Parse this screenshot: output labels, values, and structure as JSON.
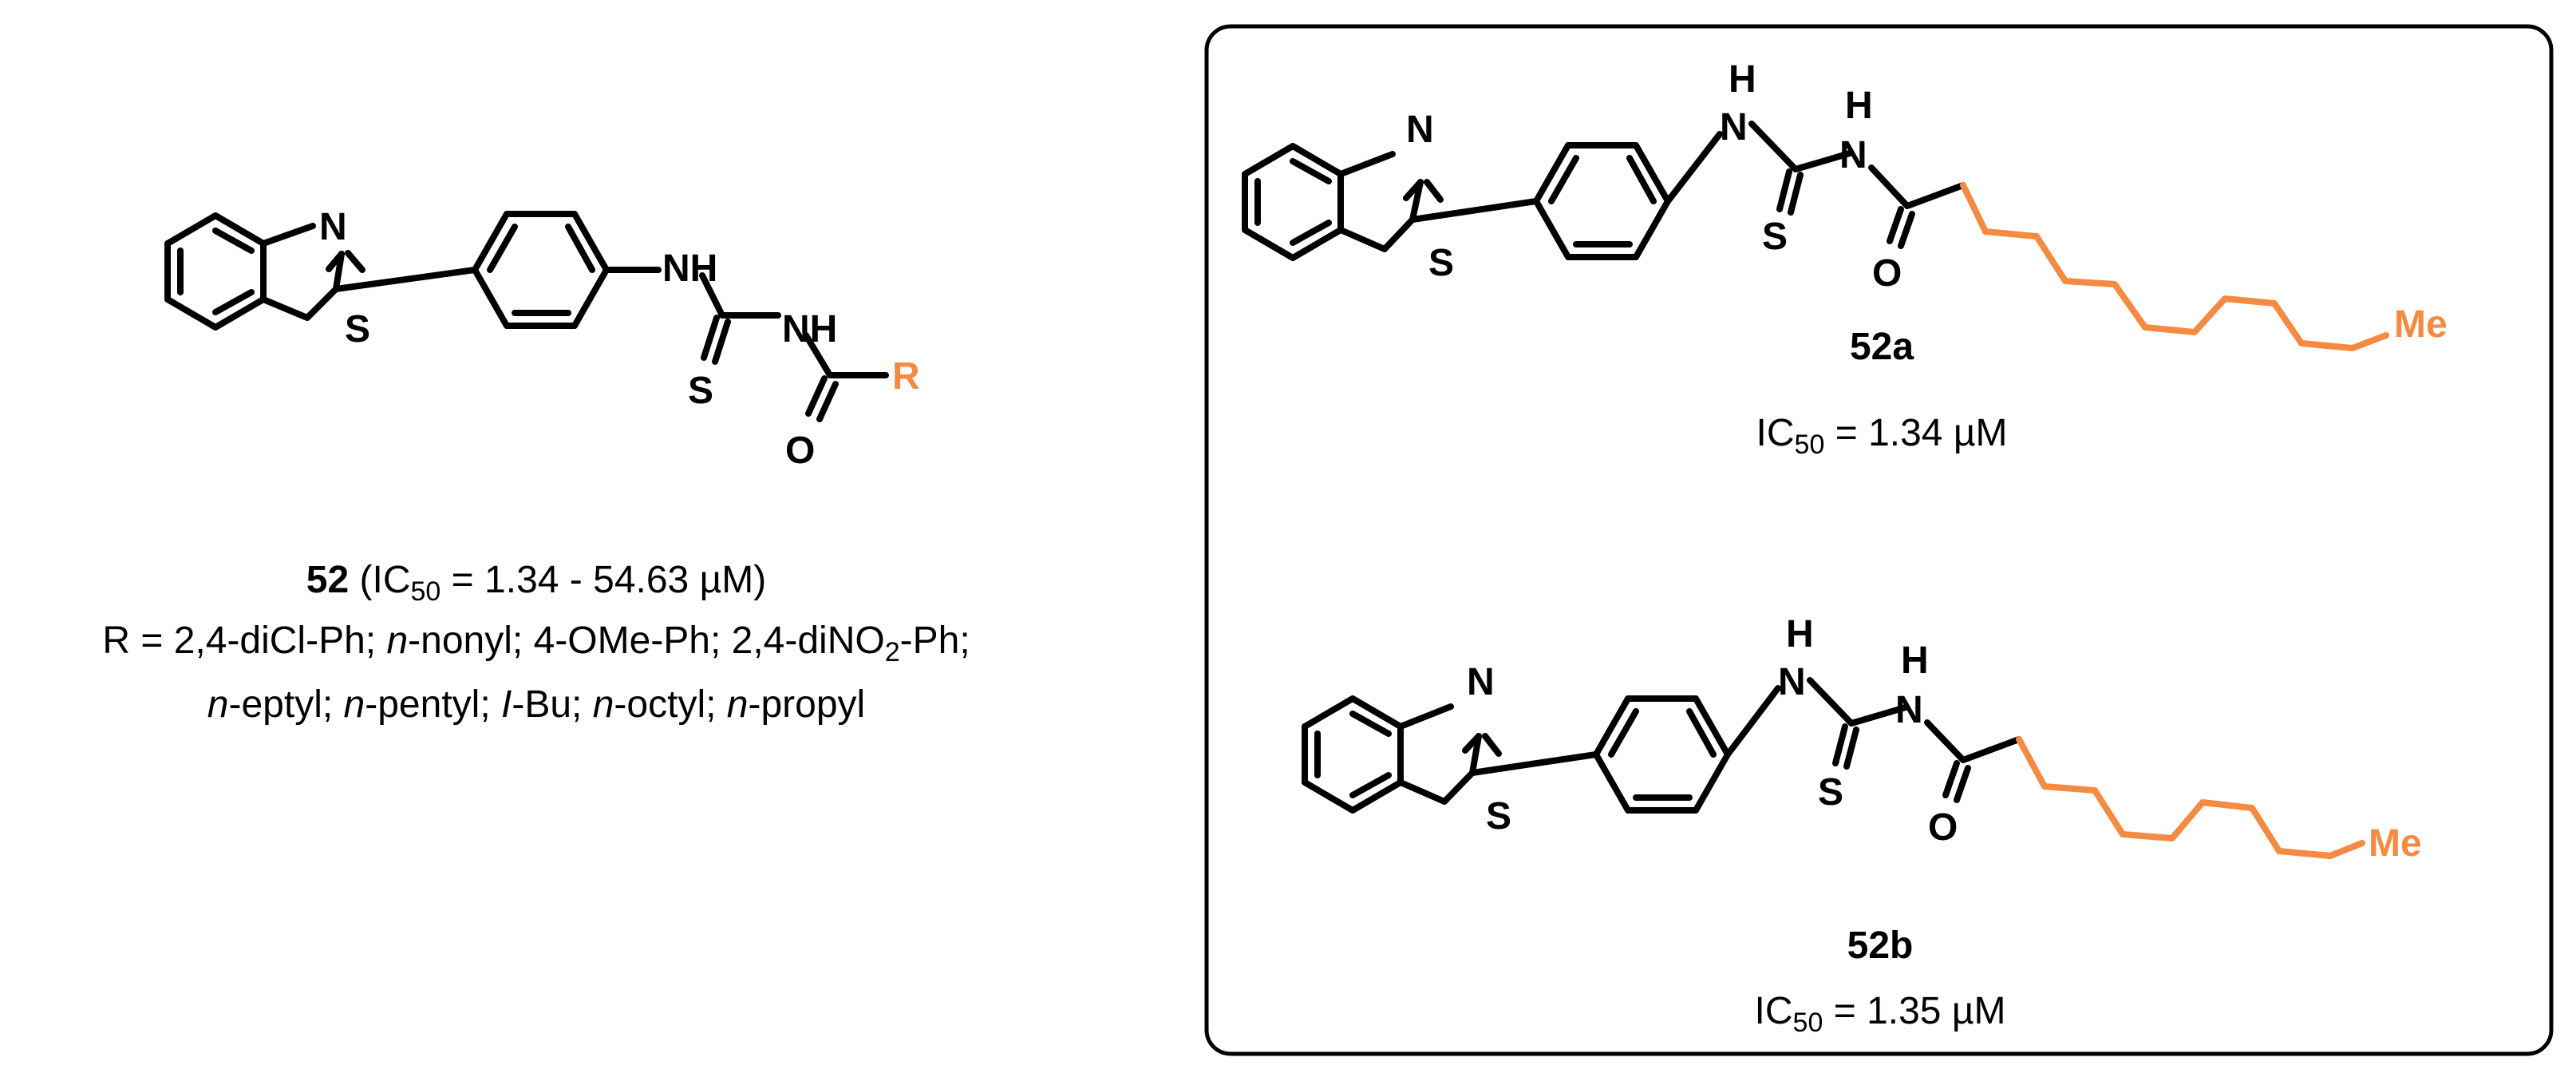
{
  "colors": {
    "accent": "#f58a42",
    "ink": "#000000",
    "background": "#ffffff"
  },
  "atoms": {
    "N": "N",
    "S": "S",
    "H": "H",
    "NH": "NH",
    "O": "O",
    "R": "R",
    "Me": "Me"
  },
  "parent": {
    "label": "52",
    "ic50_prefix": " (IC",
    "ic50_sub": "50",
    "ic50_value": " = 1.34 - 54.63 µM)",
    "r_line1": {
      "a": "R = 2,4-diCl-Ph; ",
      "b": "n",
      "c": "-nonyl; 4-OMe-Ph; 2,4-diNO",
      "d": "2",
      "e": "-Ph;"
    },
    "r_line2": {
      "a": "n",
      "b": "-eptyl; ",
      "c": "n",
      "d": "-pentyl; ",
      "e": "I",
      "f": "-Bu; ",
      "g": "n",
      "h": "-octyl; ",
      "i": "n",
      "j": "-propyl"
    }
  },
  "compounds": [
    {
      "label": "52a",
      "ic50_prefix": "IC",
      "ic50_sub": "50",
      "ic50_value": " = 1.34 µM"
    },
    {
      "label": "52b",
      "ic50_prefix": "IC",
      "ic50_sub": "50",
      "ic50_value": " = 1.35 µM"
    }
  ]
}
